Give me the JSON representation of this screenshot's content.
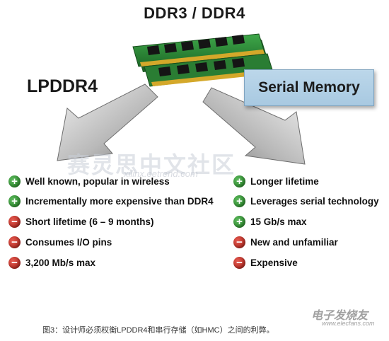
{
  "header": {
    "center_title": "DDR3 / DDR4"
  },
  "left_column": {
    "title": "LPDDR4",
    "items": [
      {
        "sign": "+",
        "text": "Well known, popular in wireless"
      },
      {
        "sign": "+",
        "text": "Incrementally more expensive than DDR4"
      },
      {
        "sign": "−",
        "text": "Short lifetime (6 – 9 months)"
      },
      {
        "sign": "−",
        "text": "Consumes I/O pins"
      },
      {
        "sign": "−",
        "text": "3,200 Mb/s max"
      }
    ]
  },
  "right_column": {
    "title": "Serial Memory",
    "items": [
      {
        "sign": "+",
        "text": "Longer lifetime"
      },
      {
        "sign": "+",
        "text": "Leverages serial technology"
      },
      {
        "sign": "+",
        "text": "15 Gb/s max"
      },
      {
        "sign": "−",
        "text": "New and unfamiliar"
      },
      {
        "sign": "−",
        "text": "Expensive"
      }
    ]
  },
  "watermark": {
    "text": "赛灵思中文社区",
    "url": "xilinx.eetrend.com"
  },
  "caption": "图3：设计师必须权衡LPDDR4和串行存储（如HMC）之间的利弊。",
  "logo": {
    "text": "电子发烧友",
    "url": "www.elecfans.com"
  },
  "colors": {
    "plus": "#2e8b2e",
    "minus": "#c0281e",
    "serial_box": "#b3d0e6"
  }
}
